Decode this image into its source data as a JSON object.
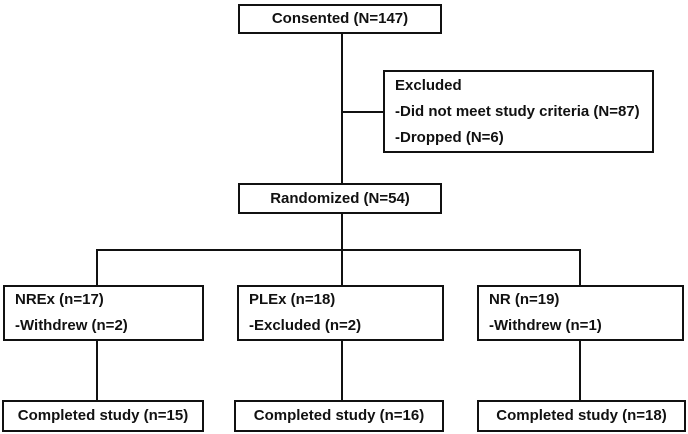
{
  "colors": {
    "line": "#111111",
    "background": "#ffffff",
    "text": "#111111"
  },
  "boxes": {
    "consented": {
      "lines": [
        "Consented (N=147)"
      ]
    },
    "excluded": {
      "lines": [
        "Excluded",
        "-Did not meet study criteria (N=87)",
        "-Dropped (N=6)"
      ]
    },
    "randomized": {
      "lines": [
        "Randomized (N=54)"
      ]
    },
    "arm_nrex": {
      "lines": [
        "NREx (n=17)",
        "-Withdrew (n=2)"
      ]
    },
    "arm_plex": {
      "lines": [
        "PLEx (n=18)",
        "-Excluded (n=2)"
      ]
    },
    "arm_nr": {
      "lines": [
        "NR (n=19)",
        "-Withdrew (n=1)"
      ]
    },
    "completed_nrex": {
      "lines": [
        "Completed study (n=15)"
      ]
    },
    "completed_plex": {
      "lines": [
        "Completed study (n=16)"
      ]
    },
    "completed_nr": {
      "lines": [
        "Completed study (n=18)"
      ]
    }
  }
}
